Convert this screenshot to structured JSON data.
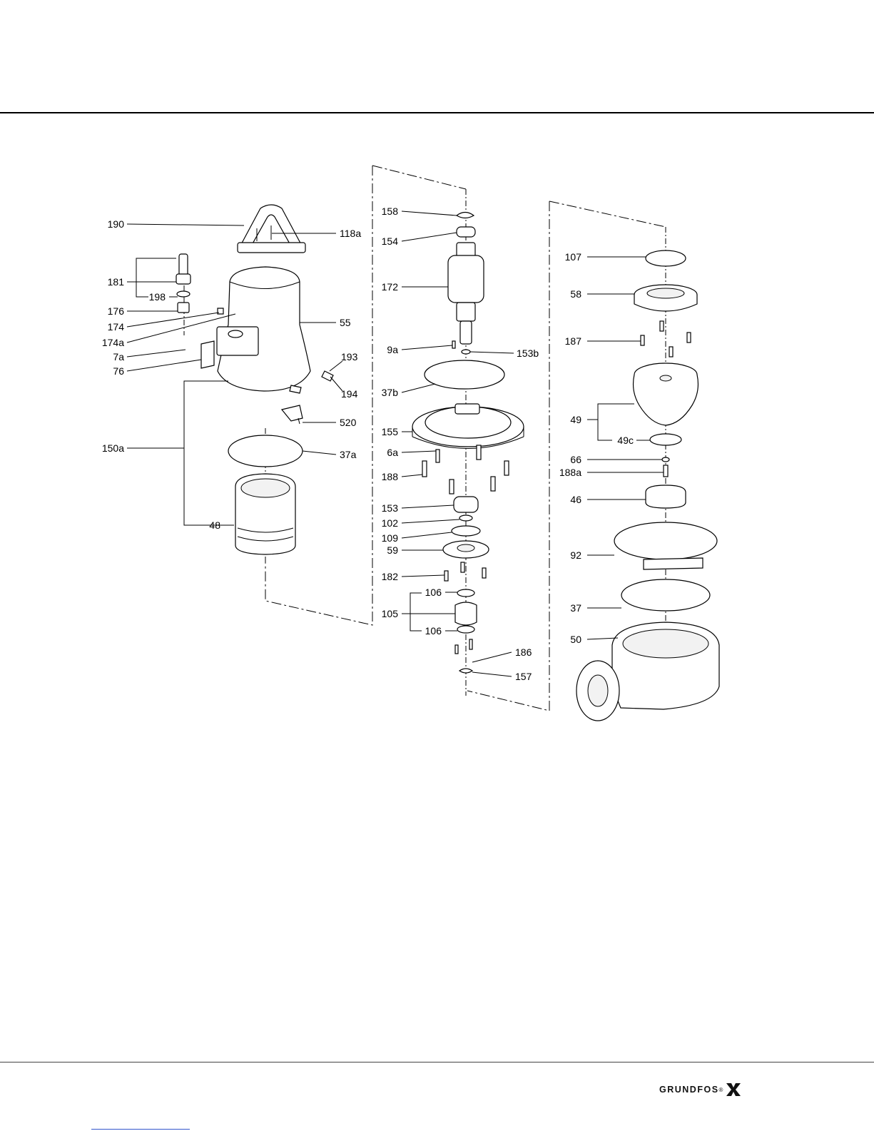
{
  "brand": {
    "name": "GRUNDFOS",
    "mark": "®",
    "icon": "grundfos-x-logo-icon"
  },
  "parts": {
    "p190": "190",
    "p118a": "118a",
    "p181": "181",
    "p198": "198",
    "p176": "176",
    "p174": "174",
    "p174a": "174a",
    "p7a": "7a",
    "p76": "76",
    "p55": "55",
    "p193": "193",
    "p194": "194",
    "p520": "520",
    "p150a": "150a",
    "p37a": "37a",
    "p48": "48",
    "p158": "158",
    "p154": "154",
    "p172": "172",
    "p9a": "9a",
    "p153b": "153b",
    "p37b": "37b",
    "p155": "155",
    "p6a": "6a",
    "p188": "188",
    "p153": "153",
    "p102": "102",
    "p109": "109",
    "p59": "59",
    "p182": "182",
    "p106a": "106",
    "p105": "105",
    "p106b": "106",
    "p186": "186",
    "p157": "157",
    "p107": "107",
    "p58": "58",
    "p187": "187",
    "p49": "49",
    "p49c": "49c",
    "p66": "66",
    "p188a": "188a",
    "p46": "46",
    "p92": "92",
    "p37": "37",
    "p50": "50"
  }
}
